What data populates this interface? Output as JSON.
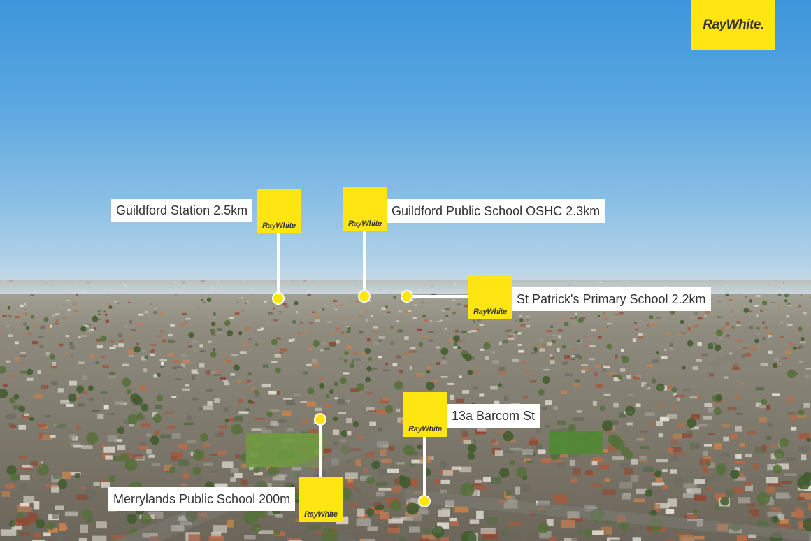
{
  "brand": {
    "logo_text": "RayWhite.",
    "badge_text": "RayWhite",
    "yellow": "#ffe512",
    "dark": "#333333"
  },
  "markers": [
    {
      "label": "Guildford Station 2.5km"
    },
    {
      "label": "Guildford Public School OSHC 2.3km"
    },
    {
      "label": "St Patrick's Primary School 2.2km"
    },
    {
      "label": "13a Barcom St"
    },
    {
      "label": "Merrylands Public School 200m"
    }
  ]
}
